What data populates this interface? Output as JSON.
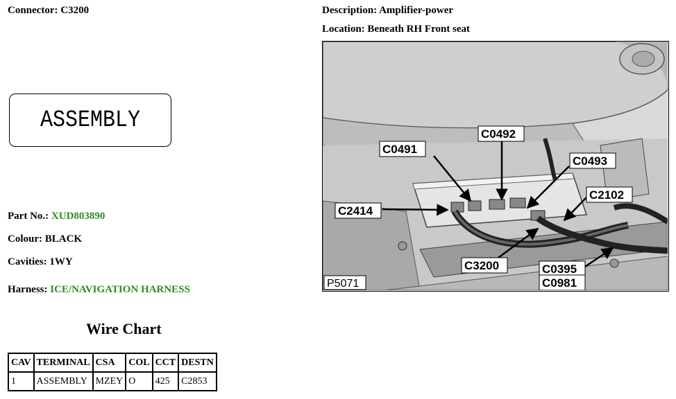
{
  "connector": {
    "label": "Connector:",
    "value": "C3200"
  },
  "description": {
    "label": "Description:",
    "value": "Amplifier-power"
  },
  "location": {
    "label": "Location:",
    "value": "Beneath RH Front seat"
  },
  "assembly_box": "ASSEMBLY",
  "part_no": {
    "label": "Part No.:",
    "value": "XUD803890"
  },
  "colour": {
    "label": "Colour:",
    "value": "BLACK"
  },
  "cavities": {
    "label": "Cavities:",
    "value": "1WY"
  },
  "harness": {
    "label": "Harness:",
    "value": "ICE/NAVIGATION HARNESS"
  },
  "wire_chart": {
    "title": "Wire Chart",
    "headers": [
      "CAV",
      "TERMINAL",
      "CSA",
      "COL",
      "CCT",
      "DESTN"
    ],
    "rows": [
      [
        "1",
        "ASSEMBLY",
        "MZEY",
        "O",
        "425",
        "C2853"
      ]
    ]
  },
  "photo": {
    "id_label": "P5071",
    "callouts": {
      "c0491": "C0491",
      "c0492": "C0492",
      "c0493": "C0493",
      "c2102": "C2102",
      "c2414": "C2414",
      "c3200": "C3200",
      "c0395": "C0395",
      "c0981": "C0981"
    }
  },
  "colors": {
    "green_value": "#2e8b22"
  }
}
